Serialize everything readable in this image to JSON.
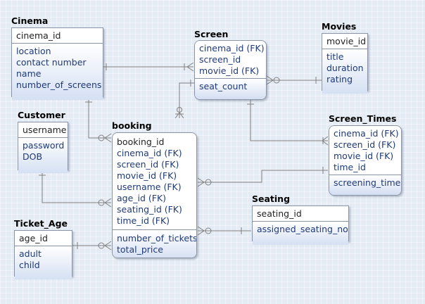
{
  "entities": {
    "cinema": {
      "title": "Cinema",
      "pk": [
        "cinema_id"
      ],
      "attrs": [
        "location",
        "contact number",
        "name",
        "number_of_screens"
      ]
    },
    "screen": {
      "title": "Screen",
      "pk": [
        "cinema_id (FK)",
        "screen_id",
        "movie_id (FK)"
      ],
      "attrs": [
        "seat_count"
      ]
    },
    "movies": {
      "title": "Movies",
      "pk": [
        "movie_id"
      ],
      "attrs": [
        "title",
        "duration",
        "rating"
      ]
    },
    "customer": {
      "title": "Customer",
      "pk": [
        "username"
      ],
      "attrs": [
        "password",
        "DOB"
      ]
    },
    "booking": {
      "title": "booking",
      "pk": [
        "booking_id",
        "cinema_id (FK)",
        "screen_id (FK)",
        "movie_id (FK)",
        "username (FK)",
        "age_id (FK)",
        "seating_id (FK)",
        "time_id (FK)"
      ],
      "attrs": [
        "number_of_tickets",
        "total_price"
      ]
    },
    "screen_times": {
      "title": "Screen_Times",
      "pk": [
        "cinema_id (FK)",
        "screen_id (FK)",
        "movie_id (FK)",
        "time_id"
      ],
      "attrs": [
        "screening_time"
      ]
    },
    "seating": {
      "title": "Seating",
      "pk": [
        "seating_id"
      ],
      "attrs": [
        "assigned_seating_no"
      ]
    },
    "ticket_age": {
      "title": "Ticket_Age",
      "pk": [
        "age_id"
      ],
      "attrs": [
        "adult",
        "child"
      ]
    }
  },
  "colors": {
    "line": "#808080",
    "border": "#8a94a6",
    "text": "#1f3a7a",
    "attr_gradient_end": "#cbd8f0"
  }
}
